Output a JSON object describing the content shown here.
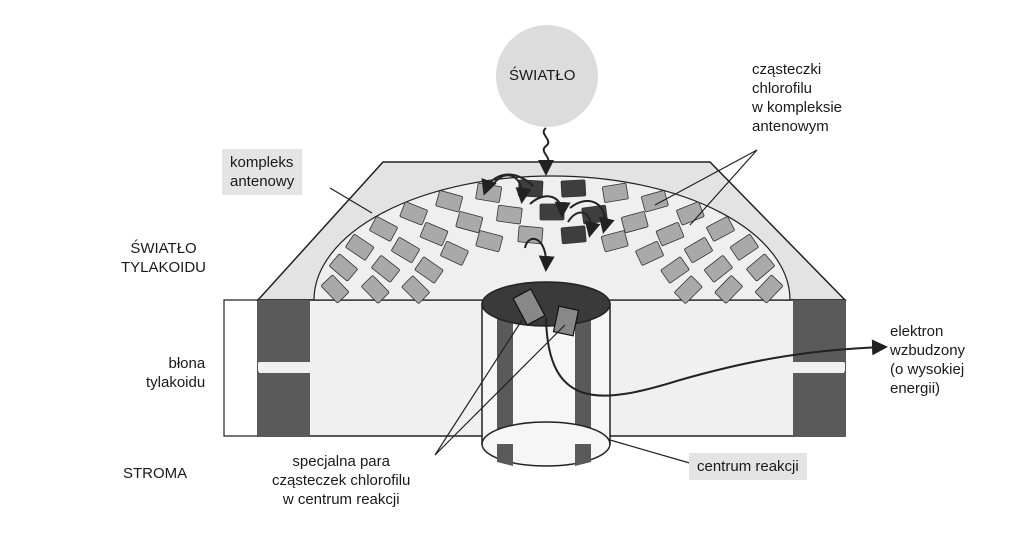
{
  "labels": {
    "light": "ŚWIATŁO",
    "chlorophyll_antenna": "cząsteczki\nchlorofilu\nw kompleksie\nantenowym",
    "antenna_complex": "kompleks\nantenowy",
    "thylakoid_lumen": "ŚWIATŁO\nTYLAKOIDU",
    "membrane": "błona\ntylakoidu",
    "stroma": "STROMA",
    "special_pair": "specjalna para\ncząsteczek chlorofilu\nw centrum reakcji",
    "reaction_center": "centrum reakcji",
    "electron": "elektron\nwzbudzony\n(o wysokiej\nenergii)"
  },
  "colors": {
    "membrane_top": "#e3e3e3",
    "membrane_side": "#f0f0f0",
    "dark_band": "#5a5a5a",
    "chlorophyll_tile": "#a9a9a9",
    "chlorophyll_dark": "#3e3e3e",
    "light_circle": "#dcdcdc",
    "label_box": "#e4e4e4",
    "stroke": "#222222"
  }
}
